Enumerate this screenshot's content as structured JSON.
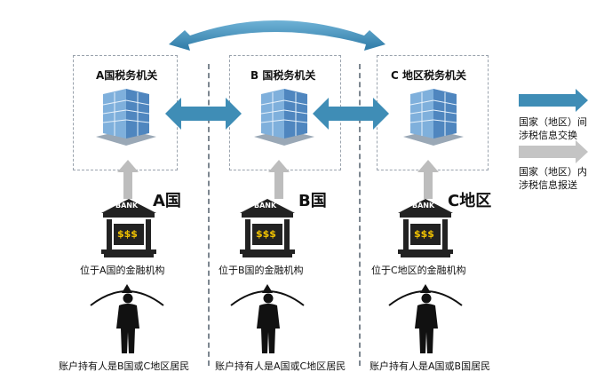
{
  "offices": [
    {
      "title": "A国税务机关",
      "region": "A国",
      "fi_label": "位于A国的金融机构",
      "holder_label": "账户持有人是B国或C地区居民"
    },
    {
      "title": "B 国税务机关",
      "region": "B国",
      "fi_label": "位于B国的金融机构",
      "holder_label": "账户持有人是A国或C地区居民"
    },
    {
      "title": "C 地区税务机关",
      "region": "C地区",
      "fi_label": "位于C地区的金融机构",
      "holder_label": "账户持有人是A国或B国居民"
    }
  ],
  "bank": {
    "sign": "BANK",
    "money": "$$$"
  },
  "legend": {
    "exchange_line1": "国家（地区）间",
    "exchange_line2": "涉税信息交换",
    "report_line1": "国家（地区）内",
    "report_line2": "涉税信息报送"
  },
  "colors": {
    "exchange_arrow": "#3f8db6",
    "report_arrow": "#c4c4c4",
    "building": "#5b93c8"
  }
}
